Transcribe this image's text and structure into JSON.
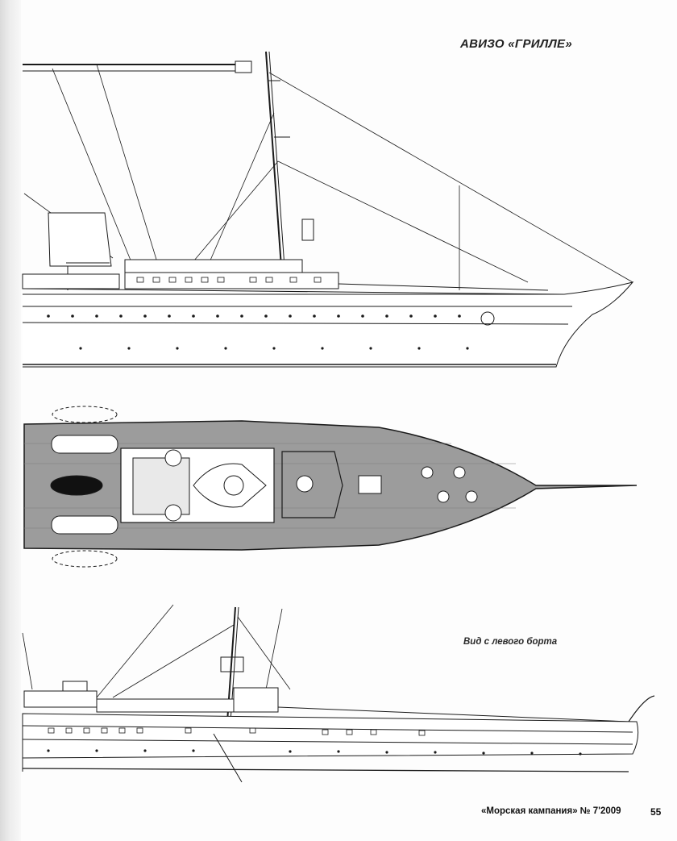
{
  "page": {
    "title": "АВИЗО «ГРИЛЛЕ»",
    "view_caption": "Вид с левого борта",
    "footer_journal": "«Морская кампания» № 7'2009",
    "page_number": "55"
  },
  "drawings": [
    {
      "kind": "starboard-profile"
    },
    {
      "kind": "deck-plan"
    },
    {
      "kind": "port-profile"
    }
  ],
  "colors": {
    "line": "#1a1a1a",
    "deck_fill": "#9c9c9c",
    "page_edge": "#e2e2e2"
  }
}
